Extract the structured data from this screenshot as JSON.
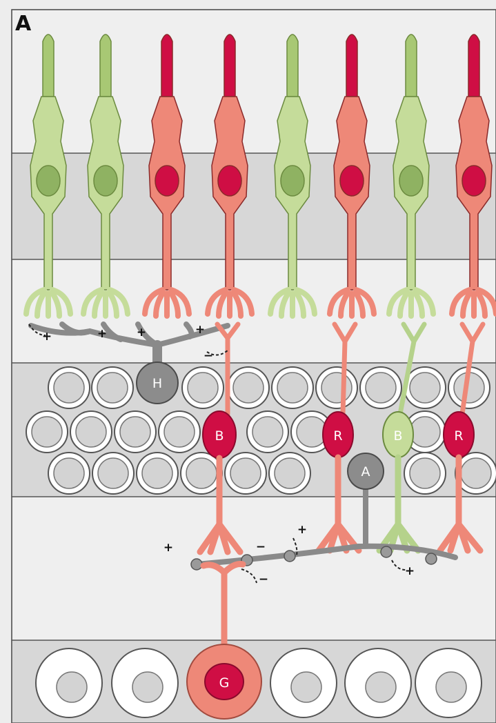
{
  "panel_label": "A",
  "colors": {
    "background": "#ededed",
    "band": "#d6d6d6",
    "green_fill": "#c5dc9a",
    "green_dark": "#8fb262",
    "red_fill": "#ee8878",
    "red_dark": "#cf0e44",
    "gray_cell": "#8c8c8c",
    "outline": "#555555",
    "signal": "#222222"
  },
  "photoreceptors": [
    {
      "type": "green"
    },
    {
      "type": "green"
    },
    {
      "type": "red"
    },
    {
      "type": "red"
    },
    {
      "type": "green"
    },
    {
      "type": "red"
    },
    {
      "type": "green"
    },
    {
      "type": "red"
    }
  ],
  "labels": {
    "horizontal": "H",
    "amacrine": "A",
    "ganglion": "G",
    "bipolar_1": "B",
    "bipolar_2": "R",
    "bipolar_3": "B",
    "bipolar_4": "R"
  },
  "signs": {
    "plus": "+",
    "minus": "−"
  }
}
